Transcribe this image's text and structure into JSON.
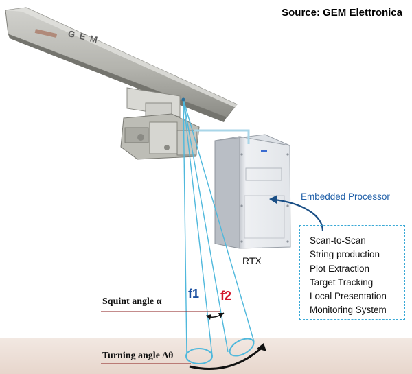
{
  "source": "Source: GEM Elettronica",
  "antenna_brand": "GEM",
  "processor_label": "Embedded Processor",
  "unit_label": "RTX",
  "functions": [
    "Scan-to-Scan",
    "String production",
    "Plot Extraction",
    "Target Tracking",
    "Local Presentation",
    "Monitoring System"
  ],
  "beam1_label": "f1",
  "beam2_label": "f2",
  "squint_label": "Squint angle α",
  "turning_label": "Turning angle Δθ",
  "colors": {
    "beam": "#4fb8dc",
    "f1": "#1b4fa0",
    "f2": "#d2142a",
    "accent_arrow": "#1a4f86",
    "dashed_box": "#3aa9d6",
    "underline": "#8a1a1a"
  }
}
